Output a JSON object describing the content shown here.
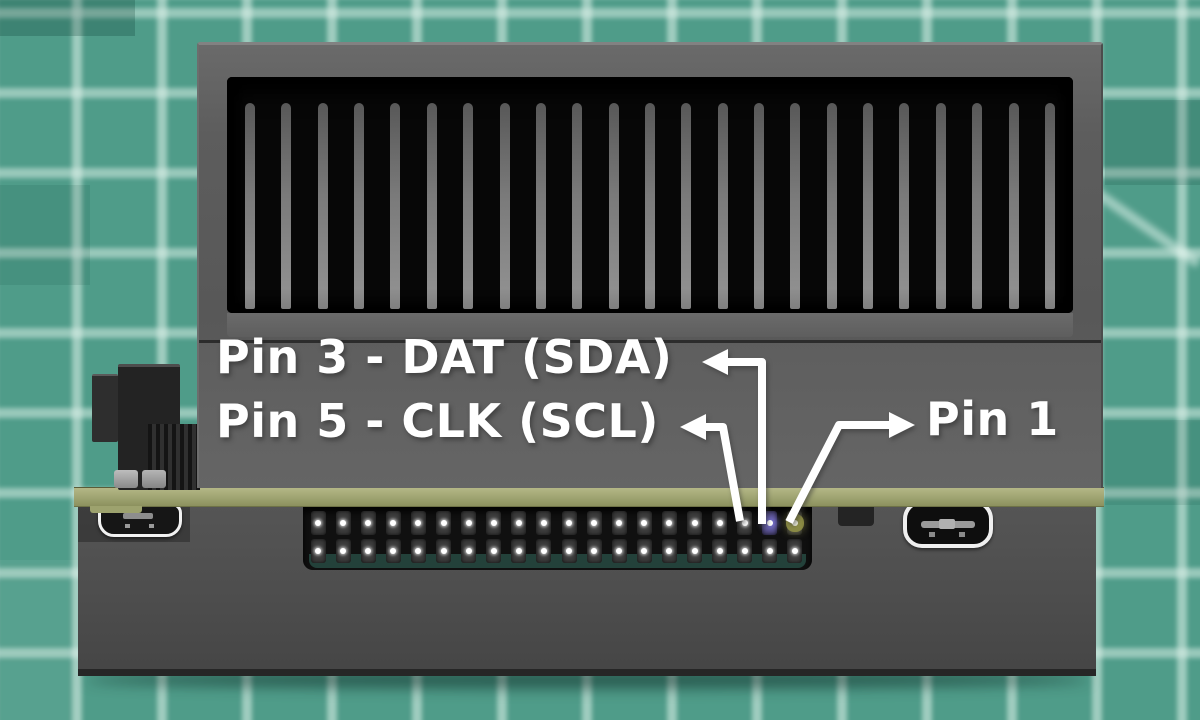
{
  "overlay": {
    "labels": {
      "sda": "Pin 3 - DAT (SDA)",
      "scl": "Pin 5 - CLK (SCL)",
      "pin1": "Pin 1"
    }
  },
  "hardware": {
    "heatsink_fin_count": 23,
    "gpio_header": {
      "columns": 20,
      "rows": 2,
      "pin1_col": 20,
      "sda_col": 19,
      "scl_col": 18
    },
    "ports": {
      "left": "micro-usb-port",
      "right": "usb-c-port"
    }
  },
  "colors": {
    "mat": "#4f9c89",
    "mat_grid_line": "#cfe9df",
    "heatsink_face": "#5d5d5d",
    "base_face": "#4d4d4d",
    "pcb_edge": "#a2a775",
    "annotation_text": "#ffffff",
    "pin1_ring": "#949446",
    "sda_pin_glow": "#8078dc"
  }
}
